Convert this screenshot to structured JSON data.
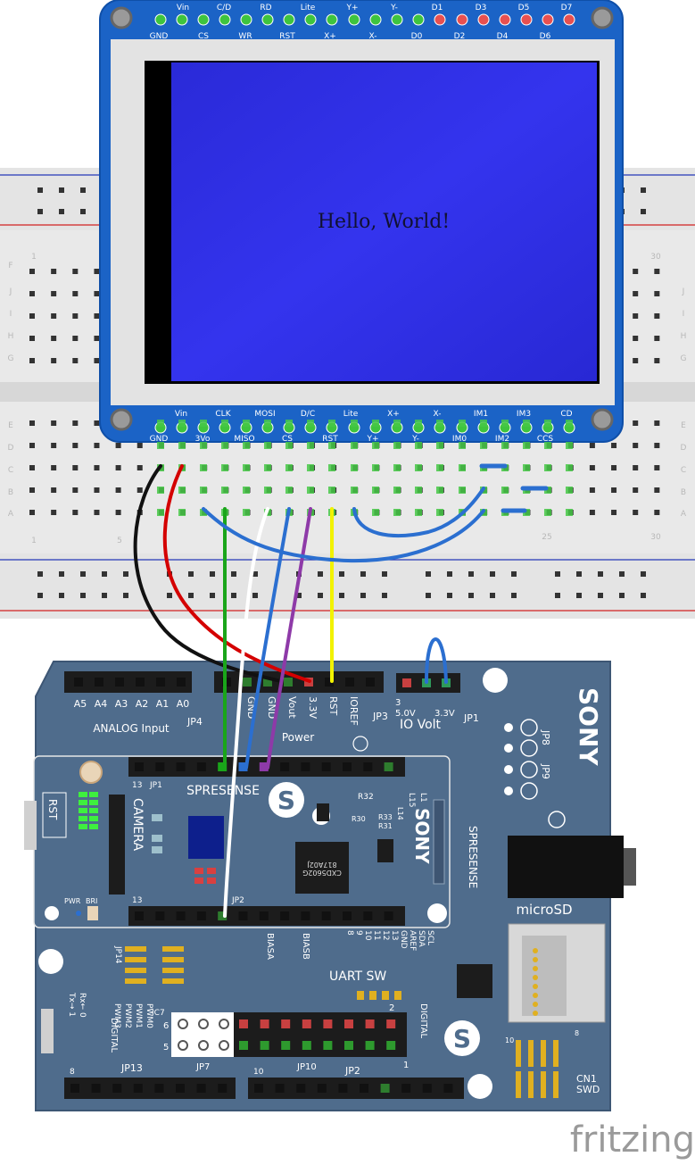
{
  "lcd": {
    "screen_text": "Hello, World!",
    "top_pins_upper": [
      "Vin",
      "C/D",
      "RD",
      "Lite",
      "Y+",
      "Y-",
      "D1",
      "D3",
      "D5",
      "D7"
    ],
    "top_pins_lower": [
      "GND",
      "CS",
      "WR",
      "RST",
      "X+",
      "X-",
      "D0",
      "D2",
      "D4",
      "D6"
    ],
    "bottom_pins_upper": [
      "Vin",
      "CLK",
      "MOSI",
      "D/C",
      "Lite",
      "X+",
      "X-",
      "IM1",
      "IM3",
      "CD"
    ],
    "bottom_pins_lower": [
      "GND",
      "3Vo",
      "MISO",
      "CS",
      "RST",
      "Y+",
      "Y-",
      "IM0",
      "IM2",
      "CCS"
    ]
  },
  "breadboard": {
    "row_letters_top": [
      "J",
      "I",
      "H",
      "G",
      "F"
    ],
    "row_letters_bottom": [
      "E",
      "D",
      "C",
      "B",
      "A"
    ],
    "col_numbers": [
      "1",
      "5",
      "25",
      "30"
    ]
  },
  "board": {
    "brand": "SONY",
    "name": "SPRESENSE",
    "analog_header": [
      "A5",
      "A4",
      "A3",
      "A2",
      "A1",
      "A0"
    ],
    "analog_label": "ANALOG Input",
    "jp4": "JP4",
    "power_header": [
      "GND",
      "GND",
      "Vout",
      "3.3V",
      "RST",
      "IOREF"
    ],
    "power_label": "Power",
    "jp3": "JP3",
    "io_volt": {
      "label": "IO Volt",
      "opt1": "5.0V",
      "opt2": "3.3V",
      "jp": "JP1",
      "pin": "3"
    },
    "jp8": "JP8",
    "jp9": "JP9",
    "main_board_label": "SPRESENSE",
    "main_jp1": "JP1",
    "main_jp2": "JP2",
    "pin13": "13",
    "camera": "CAMERA",
    "rst": "RST",
    "pwr": "PWR",
    "bri": "BRI",
    "chip_line1": "CXD5602G",
    "chip_line2": "817A02J",
    "r32": "R32",
    "r33": "R33",
    "r31": "R31",
    "r30": "R30",
    "l15": "L15",
    "l14": "L14",
    "l1": "L1",
    "microsd": "microSD",
    "uart_sw": "UART SW",
    "biasa": "BIASA",
    "biasb": "BIASB",
    "digital": "DIGITAL",
    "jp7": "JP7",
    "jp10": "JP10",
    "jp13": "JP13",
    "jp2_bottom": "JP2",
    "jp14": "JP14",
    "ic7": "IC7",
    "cn1": "CN1",
    "swd": "SWD",
    "right_pins": [
      "SCL",
      "SDA",
      "AREF",
      "GND",
      "13",
      "12",
      "11",
      "10",
      "9",
      "8"
    ],
    "pwm_labels": [
      "PWM0",
      "PWM1",
      "PWM2",
      "PWM3"
    ]
  },
  "footer": {
    "brand": "fritzing"
  },
  "colors": {
    "board_blue": "#4f6c8c",
    "lcd_blue": "#1560bd",
    "screen": "#2e2ee6",
    "wire_black": "#111111",
    "wire_red": "#d40000",
    "wire_green": "#1aa51a",
    "wire_white": "#ffffff",
    "wire_blue": "#2b6fd0",
    "wire_purple": "#8e3aa8",
    "wire_yellow": "#f2f200"
  }
}
